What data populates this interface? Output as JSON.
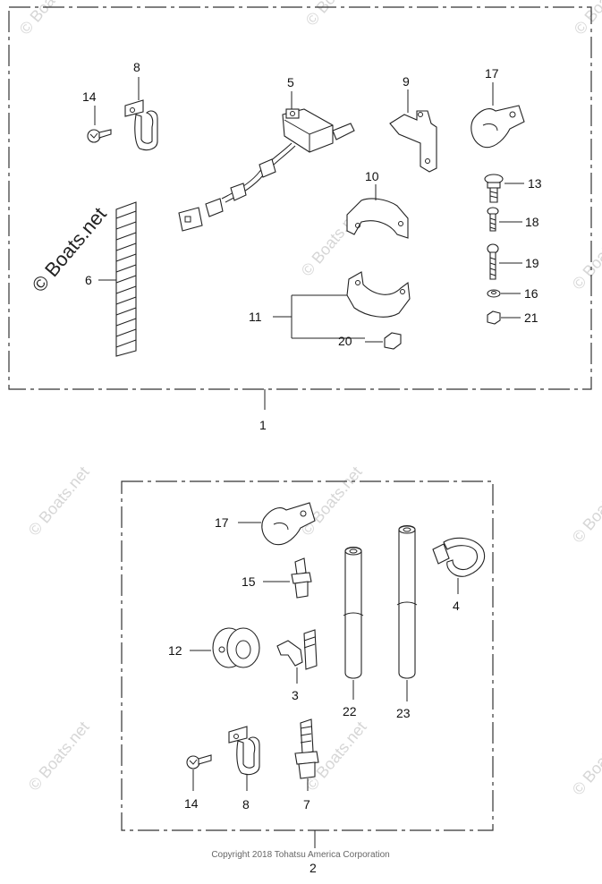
{
  "watermark": {
    "main": "© Boats.net",
    "repeat": "© Boats.net"
  },
  "assembly_labels": {
    "kit_1": "1",
    "kit_2": "2"
  },
  "callouts_group1": {
    "p5": "5",
    "p6": "6",
    "p8": "8",
    "p9": "9",
    "p10": "10",
    "p11": "11",
    "p13": "13",
    "p14": "14",
    "p16": "16",
    "p17": "17",
    "p18": "18",
    "p19": "19",
    "p20": "20",
    "p21": "21"
  },
  "callouts_group2": {
    "p2": "2",
    "p3": "3",
    "p4": "4",
    "p7": "7",
    "p8": "8",
    "p12": "12",
    "p14": "14",
    "p15": "15",
    "p17": "17",
    "p22": "22",
    "p23": "23"
  },
  "footer": {
    "copyright": "Copyright 2018 Tohatsu America Corporation"
  }
}
